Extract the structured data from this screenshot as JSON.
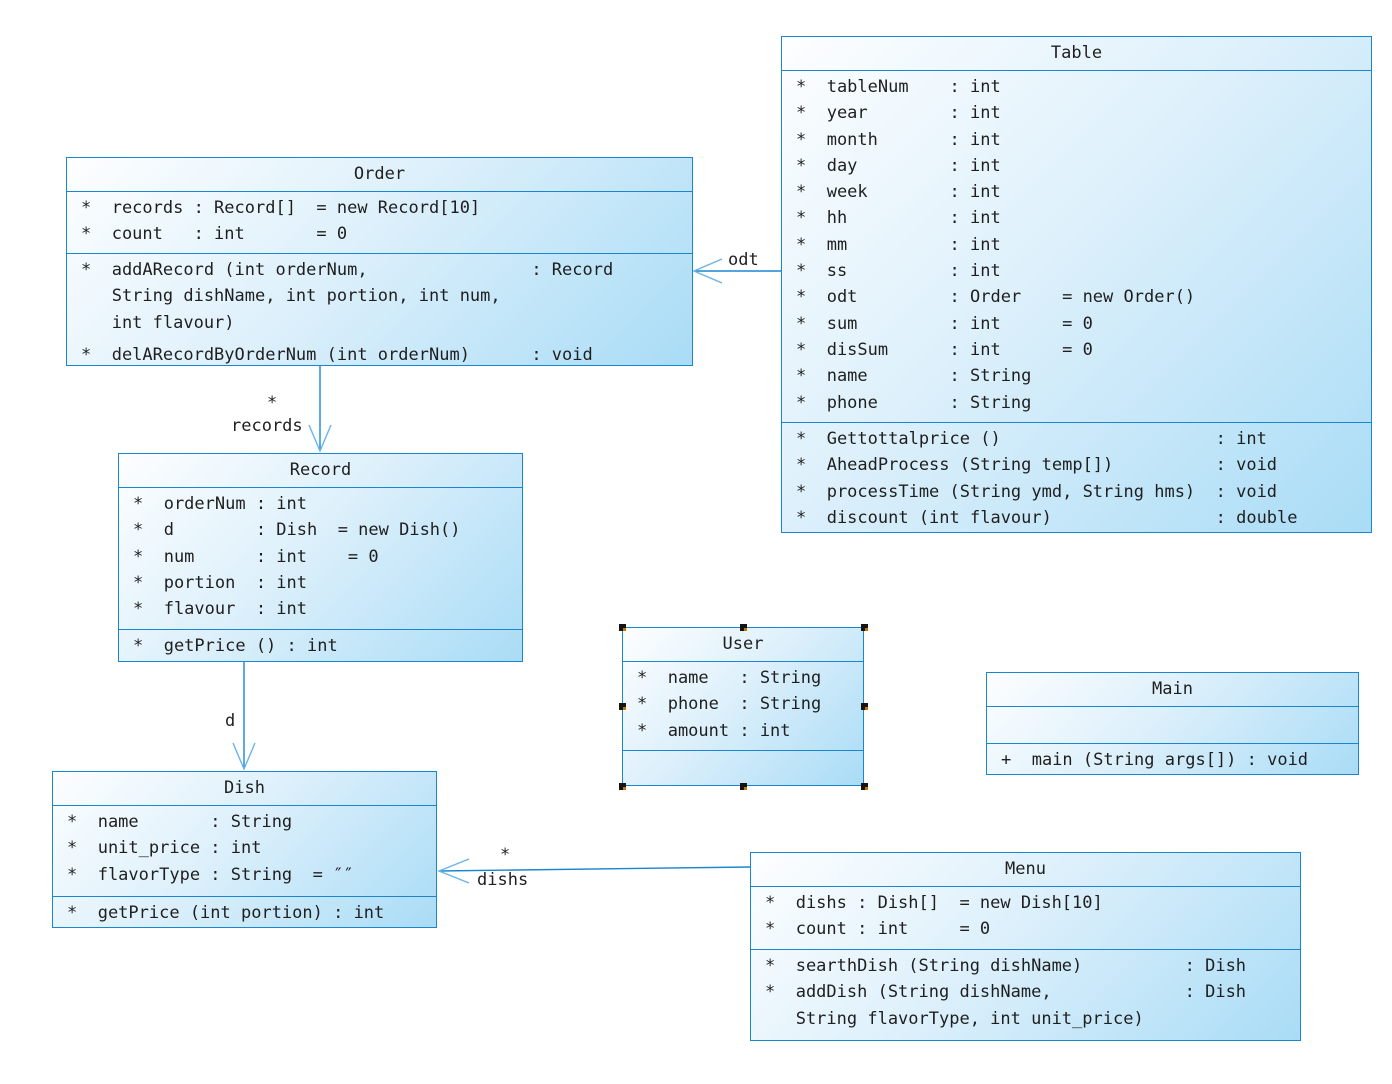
{
  "classes": {
    "order": {
      "title": "Order",
      "attributes": [
        "*  records : Record[]  = new Record[10]",
        "*  count   : int       = 0"
      ],
      "methods": [
        [
          "*  addARecord (int orderNum,                : Record",
          "   String dishName, int portion, int num,",
          "   int flavour)"
        ],
        [
          "*  delARecordByOrderNum (int orderNum)      : void"
        ]
      ]
    },
    "table": {
      "title": "Table",
      "attributes": [
        "*  tableNum    : int",
        "*  year        : int",
        "*  month       : int",
        "*  day         : int",
        "*  week        : int",
        "*  hh          : int",
        "*  mm          : int",
        "*  ss          : int",
        "*  odt         : Order    = new Order()",
        "*  sum         : int      = 0",
        "*  disSum      : int      = 0",
        "*  name        : String",
        "*  phone       : String"
      ],
      "methods": [
        [
          "*  Gettottalprice ()                     : int"
        ],
        [
          "*  AheadProcess (String temp[])          : void"
        ],
        [
          "*  processTime (String ymd, String hms)  : void"
        ],
        [
          "*  discount (int flavour)                : double"
        ]
      ]
    },
    "record": {
      "title": "Record",
      "attributes": [
        "*  orderNum : int",
        "*  d        : Dish  = new Dish()",
        "*  num      : int    = 0",
        "*  portion  : int",
        "*  flavour  : int"
      ],
      "methods": [
        [
          "*  getPrice () : int"
        ]
      ]
    },
    "user": {
      "title": "User",
      "attributes": [
        "*  name   : String",
        "*  phone  : String",
        "*  amount : int"
      ],
      "methods": []
    },
    "main": {
      "title": "Main",
      "attributes": [],
      "methods": [
        [
          "+  main (String args[]) : void"
        ]
      ]
    },
    "dish": {
      "title": "Dish",
      "attributes": [
        "*  name       : String",
        "*  unit_price : int",
        "*  flavorType : String  = ″″"
      ],
      "methods": [
        [
          "*  getPrice (int portion) : int"
        ]
      ]
    },
    "menu": {
      "title": "Menu",
      "attributes": [
        "*  dishs : Dish[]  = new Dish[10]",
        "*  count : int     = 0"
      ],
      "methods": [
        [
          "*  searthDish (String dishName)          : Dish"
        ],
        [
          "*  addDish (String dishName,             : Dish",
          "   String flavorType, int unit_price)"
        ]
      ]
    }
  },
  "connectors": {
    "odt": {
      "label": "odt"
    },
    "records": {
      "multiplicity": "*",
      "label": "records"
    },
    "d": {
      "label": "d"
    },
    "dishs": {
      "multiplicity": "*",
      "label": "dishs"
    }
  },
  "colors": {
    "box_border": "#1a86d0",
    "box_fill_light": "#fdfeff",
    "box_fill_dark": "#a9dcf6",
    "arrow_line": "#1a86d0",
    "arrow_head": "#6ab3ec",
    "text": "#1f1f1f",
    "selection_handle": "#141414",
    "selection_handle_dot": "#c77400"
  }
}
